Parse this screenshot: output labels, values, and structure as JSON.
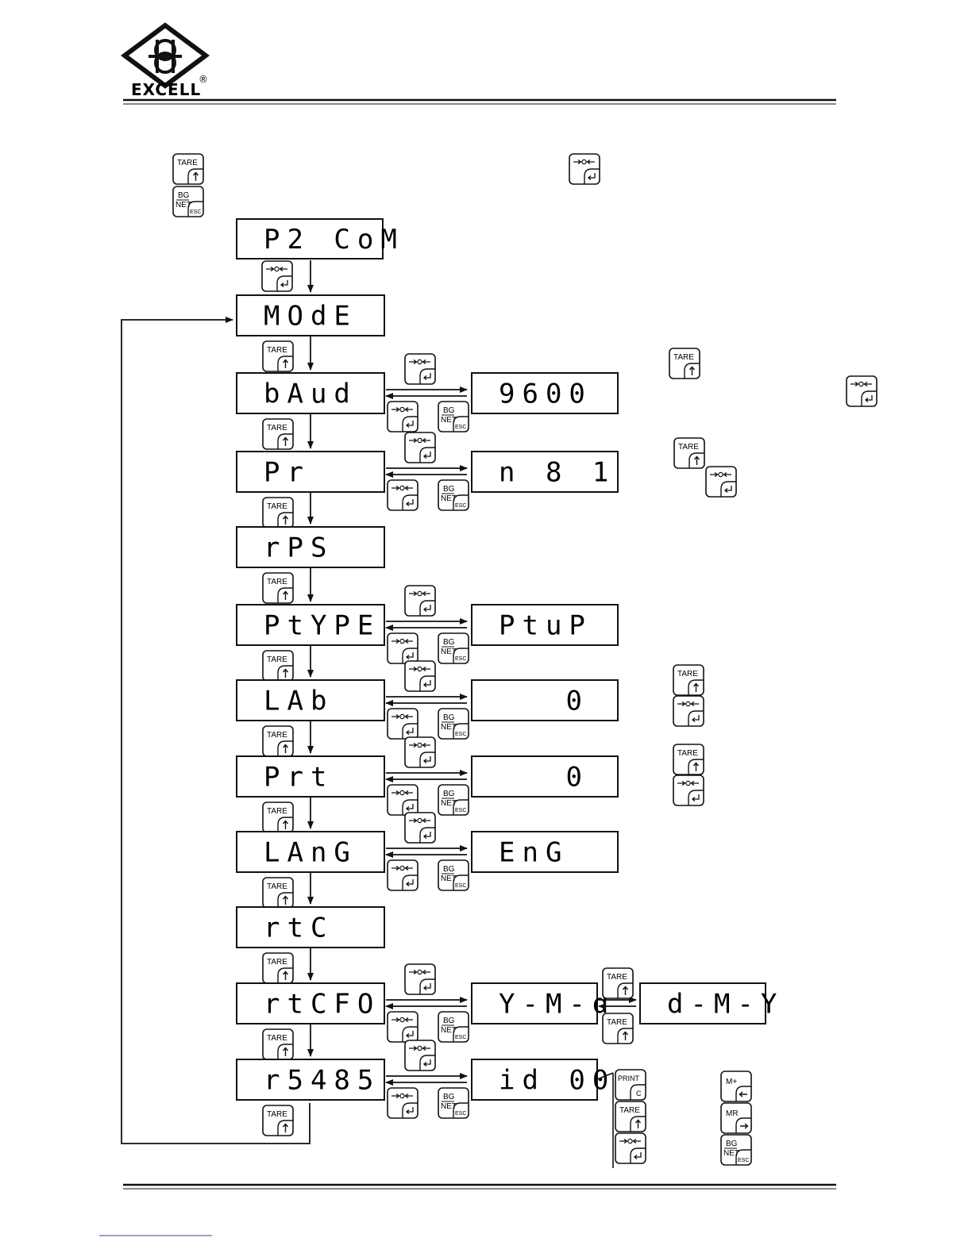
{
  "header": {
    "logo_text": "EXCELL",
    "registered_mark": "®"
  },
  "legend": {
    "keys": [
      "tare-up",
      "zero-enter",
      "bgnet-esc"
    ]
  },
  "keys": {
    "tare": "TARE",
    "bg": "BG",
    "net": "NET",
    "esc": "ESC",
    "print": "PRINT",
    "c": "C",
    "mplus": "M+",
    "mr": "MR"
  },
  "menu": {
    "root": "P2 CoM",
    "items": [
      {
        "label": "MOdE"
      },
      {
        "label": "bAud",
        "value": "9600"
      },
      {
        "label": "Pr",
        "value": "n 8 1"
      },
      {
        "label": "rPS"
      },
      {
        "label": "PtYPE",
        "value": "PtuP"
      },
      {
        "label": "LAb",
        "value": "0"
      },
      {
        "label": "Prt",
        "value": "0"
      },
      {
        "label": "LAnG",
        "value": "EnG"
      },
      {
        "label": "rtC"
      },
      {
        "label": "rtCFO",
        "value": "Y-M-d",
        "alt_value": "d-M-Y"
      },
      {
        "label": "r5485",
        "value": "id 00"
      }
    ]
  },
  "colors": {
    "line": "#111111",
    "footer_link": "#1f3fbf"
  }
}
